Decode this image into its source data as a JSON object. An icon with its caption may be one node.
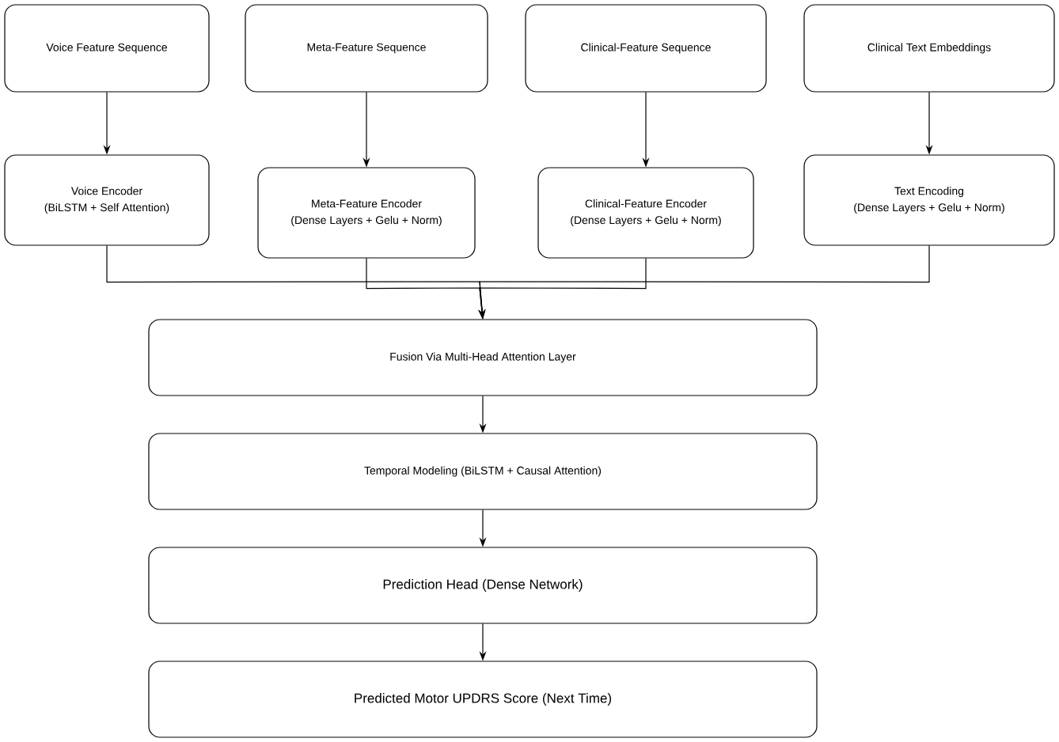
{
  "diagram": {
    "nodes": [
      {
        "text": [
          "Voice Feature Sequence"
        ]
      },
      {
        "text": [
          "Meta-Feature Sequence"
        ]
      },
      {
        "text": [
          "Clinical-Feature Sequence"
        ]
      },
      {
        "text": [
          "Clinical Text Embeddings"
        ]
      },
      {
        "text": [
          "Voice Encoder",
          "(BiLSTM + Self Attention)"
        ]
      },
      {
        "text": [
          "Meta-Feature Encoder",
          "(Dense Layers + Gelu + Norm)"
        ]
      },
      {
        "text": [
          "Clinical-Feature Encoder",
          "(Dense Layers + Gelu + Norm)"
        ]
      },
      {
        "text": [
          "Text Encoding",
          "(Dense Layers + Gelu + Norm)"
        ]
      },
      {
        "text": [
          "Fusion Via Multi-Head Attention Layer"
        ]
      },
      {
        "text": [
          "Temporal Modeling (BiLSTM + Causal Attention)"
        ]
      },
      {
        "text": [
          "Prediction Head (Dense Network)"
        ]
      },
      {
        "text": [
          "Predicted Motor UPDRS Score (Next Time)"
        ]
      }
    ],
    "edges": [
      {
        "from": 0,
        "to": 4,
        "arrow": "to"
      },
      {
        "from": 1,
        "to": 5,
        "arrow": "to"
      },
      {
        "from": 2,
        "to": 6,
        "arrow": "to"
      },
      {
        "from": 3,
        "to": 7,
        "arrow": "to"
      },
      {
        "from": 4,
        "to": 8,
        "arrow": "to"
      },
      {
        "from": 5,
        "to": 8,
        "arrow": "to"
      },
      {
        "from": 6,
        "to": 8,
        "arrow": "to"
      },
      {
        "from": 7,
        "to": 8,
        "arrow": "to"
      },
      {
        "from": 8,
        "to": 9,
        "arrow": "to"
      },
      {
        "from": 9,
        "to": 10,
        "arrow": "to"
      },
      {
        "from": 10,
        "to": 11,
        "arrow": "to"
      }
    ]
  }
}
